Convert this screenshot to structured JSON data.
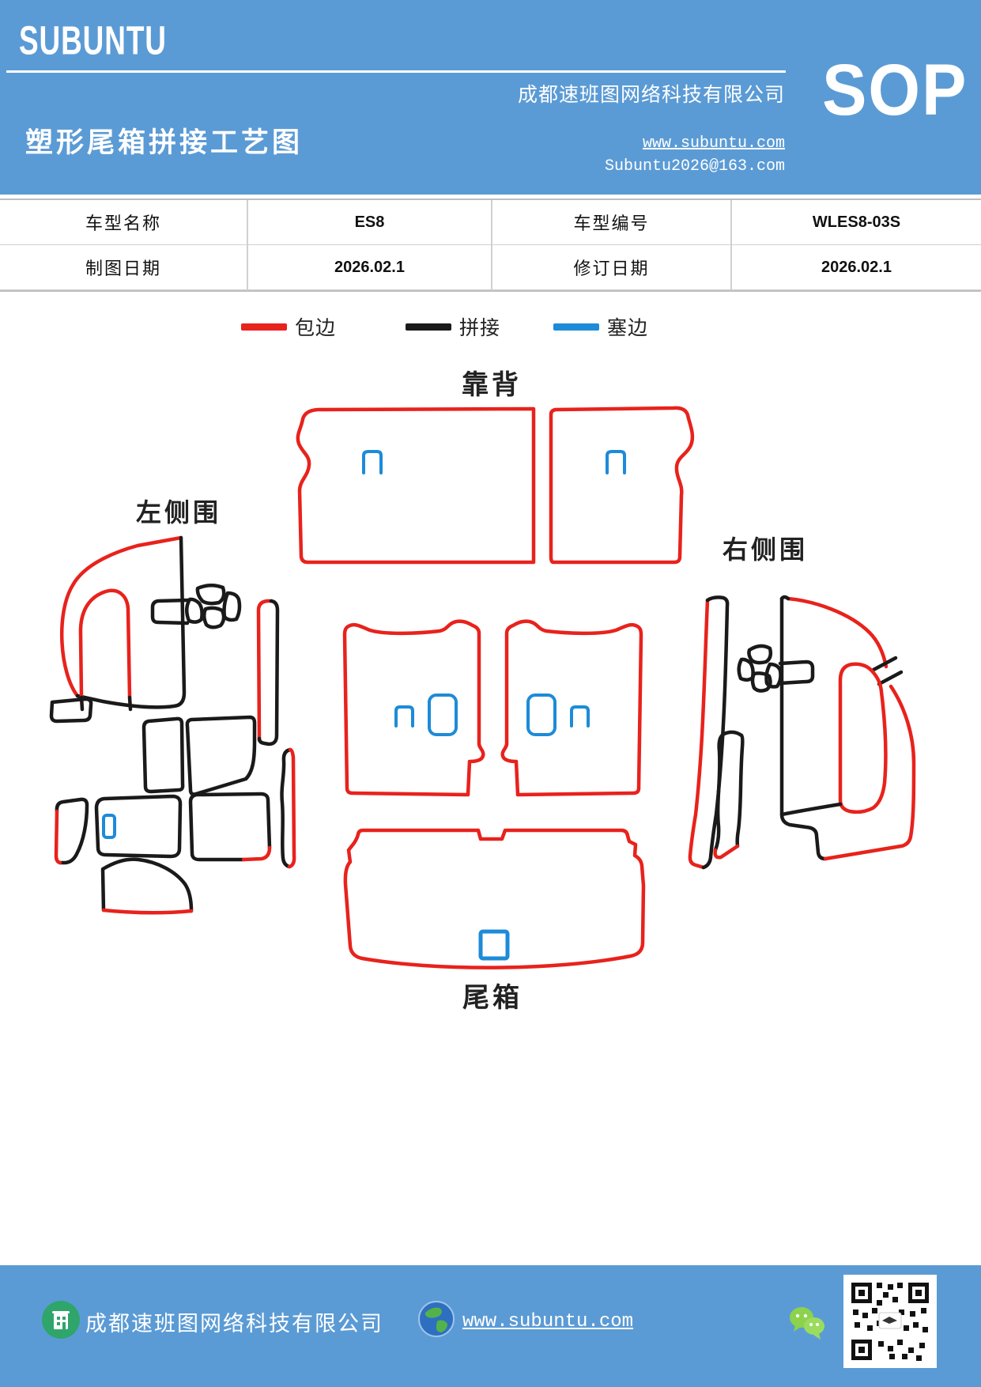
{
  "header": {
    "logo": "SUBUNTU",
    "company": "成都速班图网络科技有限公司",
    "title": "塑形尾箱拼接工艺图",
    "website": "www.subuntu.com",
    "email": "Subuntu2026@163.com",
    "doc_type": "SOP"
  },
  "info_table": {
    "rows": [
      [
        "车型名称",
        "ES8",
        "车型编号",
        "WLES8-03S"
      ],
      [
        "制图日期",
        "2026.02.1",
        "修订日期",
        "2026.02.1"
      ]
    ]
  },
  "legend": {
    "items": [
      {
        "label": "包边",
        "color": "#E8221C"
      },
      {
        "label": "拼接",
        "color": "#1A1A1A"
      },
      {
        "label": "塞边",
        "color": "#1D8BD8"
      }
    ]
  },
  "diagram": {
    "labels": {
      "backrest": "靠背",
      "left_side": "左侧围",
      "right_side": "右侧围",
      "trunk": "尾箱"
    }
  },
  "footer": {
    "company": "成都速班图网络科技有限公司",
    "website": "www.subuntu.com"
  },
  "icons": {
    "home": "home-icon",
    "globe": "globe-icon",
    "wechat": "wechat-icon",
    "qr": "qr-code"
  },
  "colors": {
    "header_blue": "#5B9BD5",
    "edge_wrap_red": "#E8221C",
    "splice_black": "#1A1A1A",
    "stuff_edge_blue": "#1D8BD8",
    "wechat_green": "#8CD24C",
    "footer_icon_green": "#2FA56B"
  }
}
